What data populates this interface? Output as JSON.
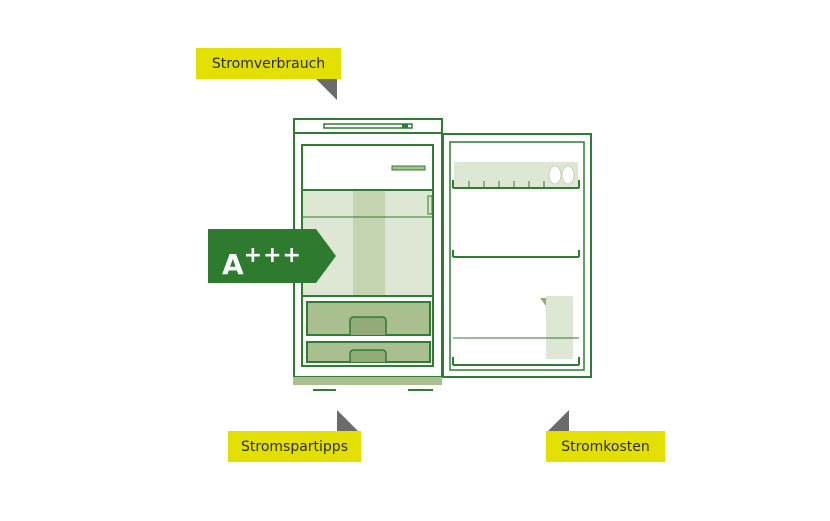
{
  "callouts": {
    "top": {
      "label": "Stromverbrauch"
    },
    "bottom_left": {
      "label": "Stromspartipps"
    },
    "bottom_right": {
      "label": "Stromkosten"
    }
  },
  "energy_label": {
    "grade": "A",
    "plus": "+++"
  },
  "colors": {
    "callout_yellow": "#e3df00",
    "notch_grey": "#6b6b6b",
    "outline_green": "#2e7d32",
    "badge_green": "#2e7a2e",
    "fill_light": "#dde7d3",
    "fill_mid": "#c4d4b0",
    "fill_drawer": "#a9bf90"
  }
}
